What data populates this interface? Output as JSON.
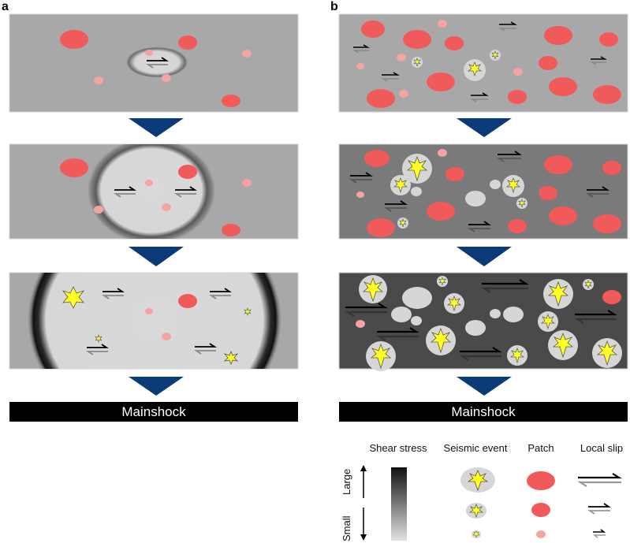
{
  "panels": {
    "a_label": "a",
    "b_label": "b"
  },
  "mainshock_label": "Mainshock",
  "legend": {
    "shear_stress": "Shear stress",
    "seismic_event": "Seismic event",
    "patch": "Patch",
    "local_slip": "Local slip",
    "large": "Large",
    "small": "Small"
  },
  "colors": {
    "patch_red": "#f05a5a",
    "patch_pink": "#f5a3a3",
    "star_yellow": "#ffff22",
    "arrow_blue": "#0b3a78",
    "bar_black": "#000000"
  }
}
